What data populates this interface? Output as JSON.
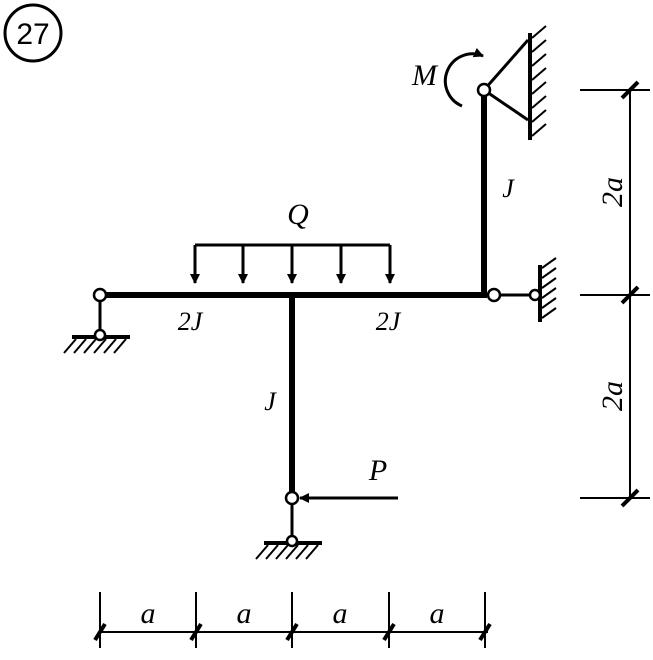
{
  "problem": {
    "number": "27"
  },
  "labels": {
    "moment": "M",
    "distributed_load": "Q",
    "point_load": "P",
    "stiffness_left_beam": "2J",
    "stiffness_right_beam": "2J",
    "stiffness_upper_column": "J",
    "stiffness_lower_column": "J"
  },
  "dimensions": {
    "horizontal": [
      "a",
      "a",
      "a",
      "a"
    ],
    "vertical": [
      "2a",
      "2a"
    ]
  }
}
